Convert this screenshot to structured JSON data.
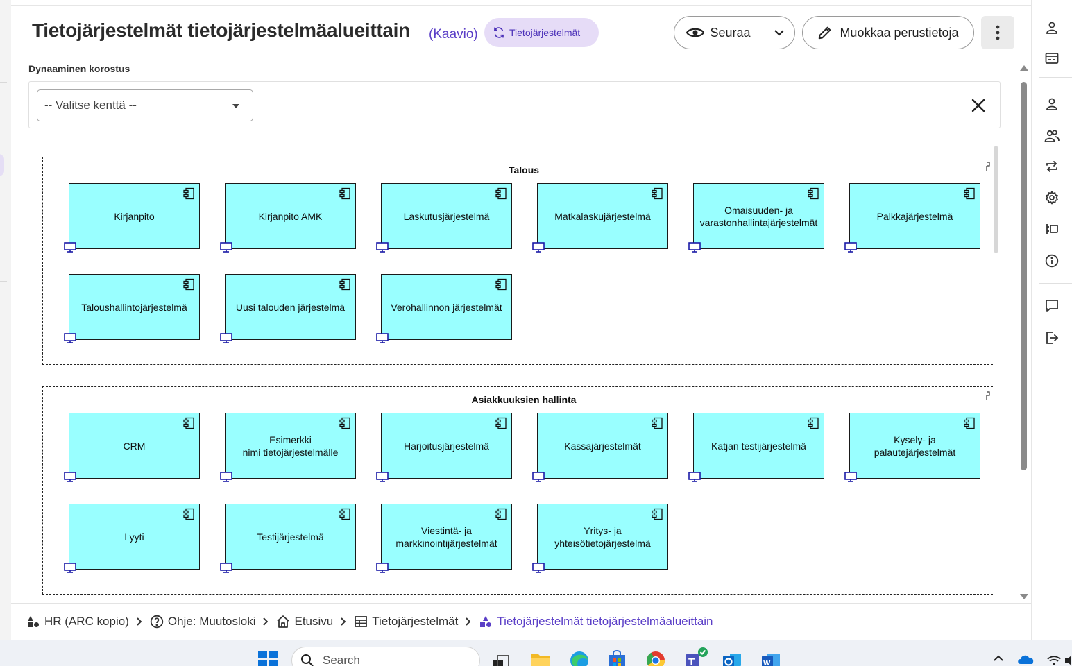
{
  "header": {
    "title": "Tietojärjestelmät tietojärjestelmäalueittain",
    "subtype": "(Kaavio)",
    "type_badge": "Tietojärjestelmät",
    "follow_label": "Seuraa",
    "edit_label": "Muokkaa perustietoja"
  },
  "highlight": {
    "label": "Dynaaminen korostus",
    "select_value": "-- Valitse kenttä --"
  },
  "groups": [
    {
      "title": "Talous",
      "components": [
        "Kirjanpito",
        "Kirjanpito AMK",
        "Laskutusjärjestelmä",
        "Matkalaskujärjestelmä",
        "Omaisuuden- ja\nvarastonhallintajärjestelmät",
        "Palkkajärjestelmä",
        "Taloushallintojärjestelmä",
        "Uusi talouden järjestelmä",
        "Verohallinnon järjestelmät"
      ]
    },
    {
      "title": "Asiakkuuksien hallinta",
      "components": [
        "CRM",
        "Esimerkki\nnimi tietojärjestelmälle",
        "Harjoitusjärjestelmä",
        "Kassajärjestelmät",
        "Katjan testijärjestelmä",
        "Kysely- ja\npalautejärjestelmät",
        "Lyyti",
        "Testijärjestelmä",
        "Viestintä- ja\nmarkkinointijärjestelmät",
        "Yritys- ja\nyhteisötietojärjestelmä"
      ]
    }
  ],
  "breadcrumb": [
    {
      "label": "HR (ARC kopio)",
      "icon": "shapes-icon"
    },
    {
      "label": "Ohje: Muutosloki",
      "icon": "help-icon"
    },
    {
      "label": "Etusivu",
      "icon": "home-icon"
    },
    {
      "label": "Tietojärjestelmät",
      "icon": "table-icon"
    },
    {
      "label": "Tietojärjestelmät tietojärjestelmäalueittain",
      "icon": "diagram-icon"
    }
  ],
  "taskbar": {
    "search_label": "Search"
  },
  "colors": {
    "accent": "#5b3fc7",
    "badge_bg": "#e6dcf7",
    "component_fill": "#99ffff"
  }
}
